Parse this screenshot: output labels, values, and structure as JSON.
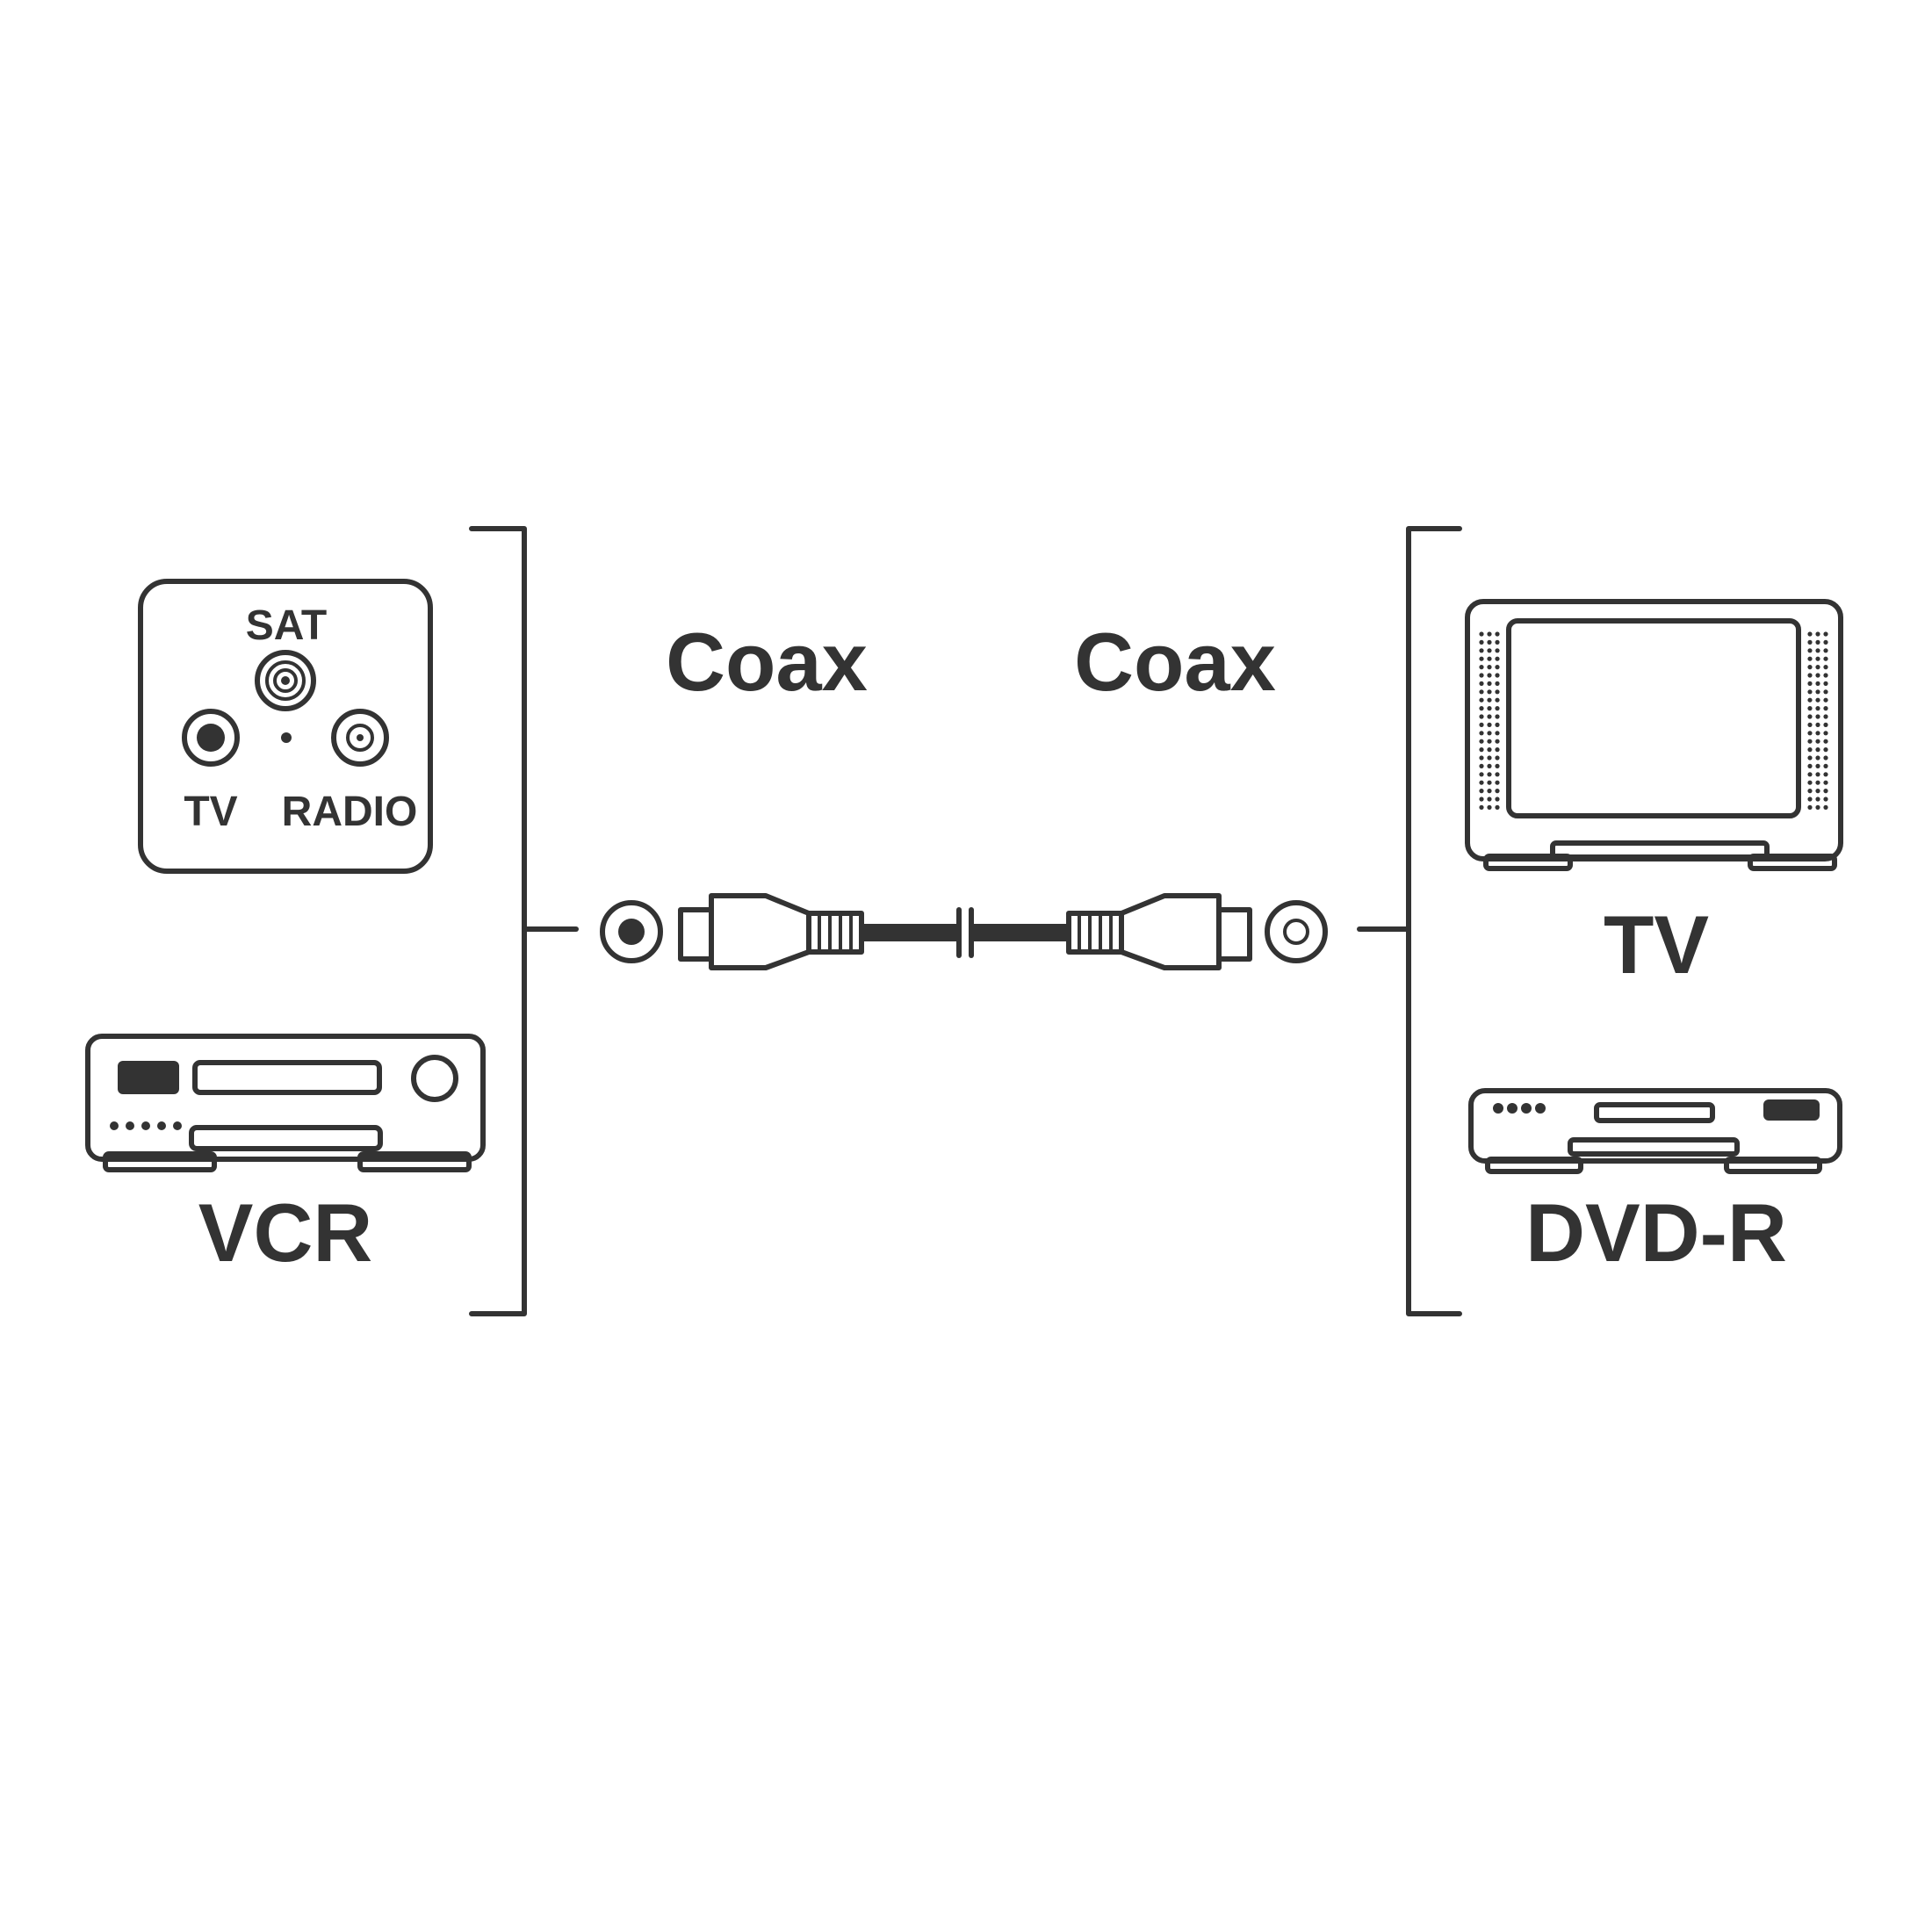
{
  "colors": {
    "ink": "#333333",
    "background": "#ffffff"
  },
  "wall_socket": {
    "top_label": "SAT",
    "left_label": "TV",
    "right_label": "RADIO"
  },
  "left_devices": {
    "vcr_label": "VCR"
  },
  "cable": {
    "left_label": "Coax",
    "right_label": "Coax"
  },
  "right_devices": {
    "tv_label": "TV",
    "recorder_label": "DVD-R"
  },
  "icons": [
    "wall-socket-icon",
    "vcr-icon",
    "coax-plug-icon",
    "tv-icon",
    "dvd-recorder-icon"
  ]
}
